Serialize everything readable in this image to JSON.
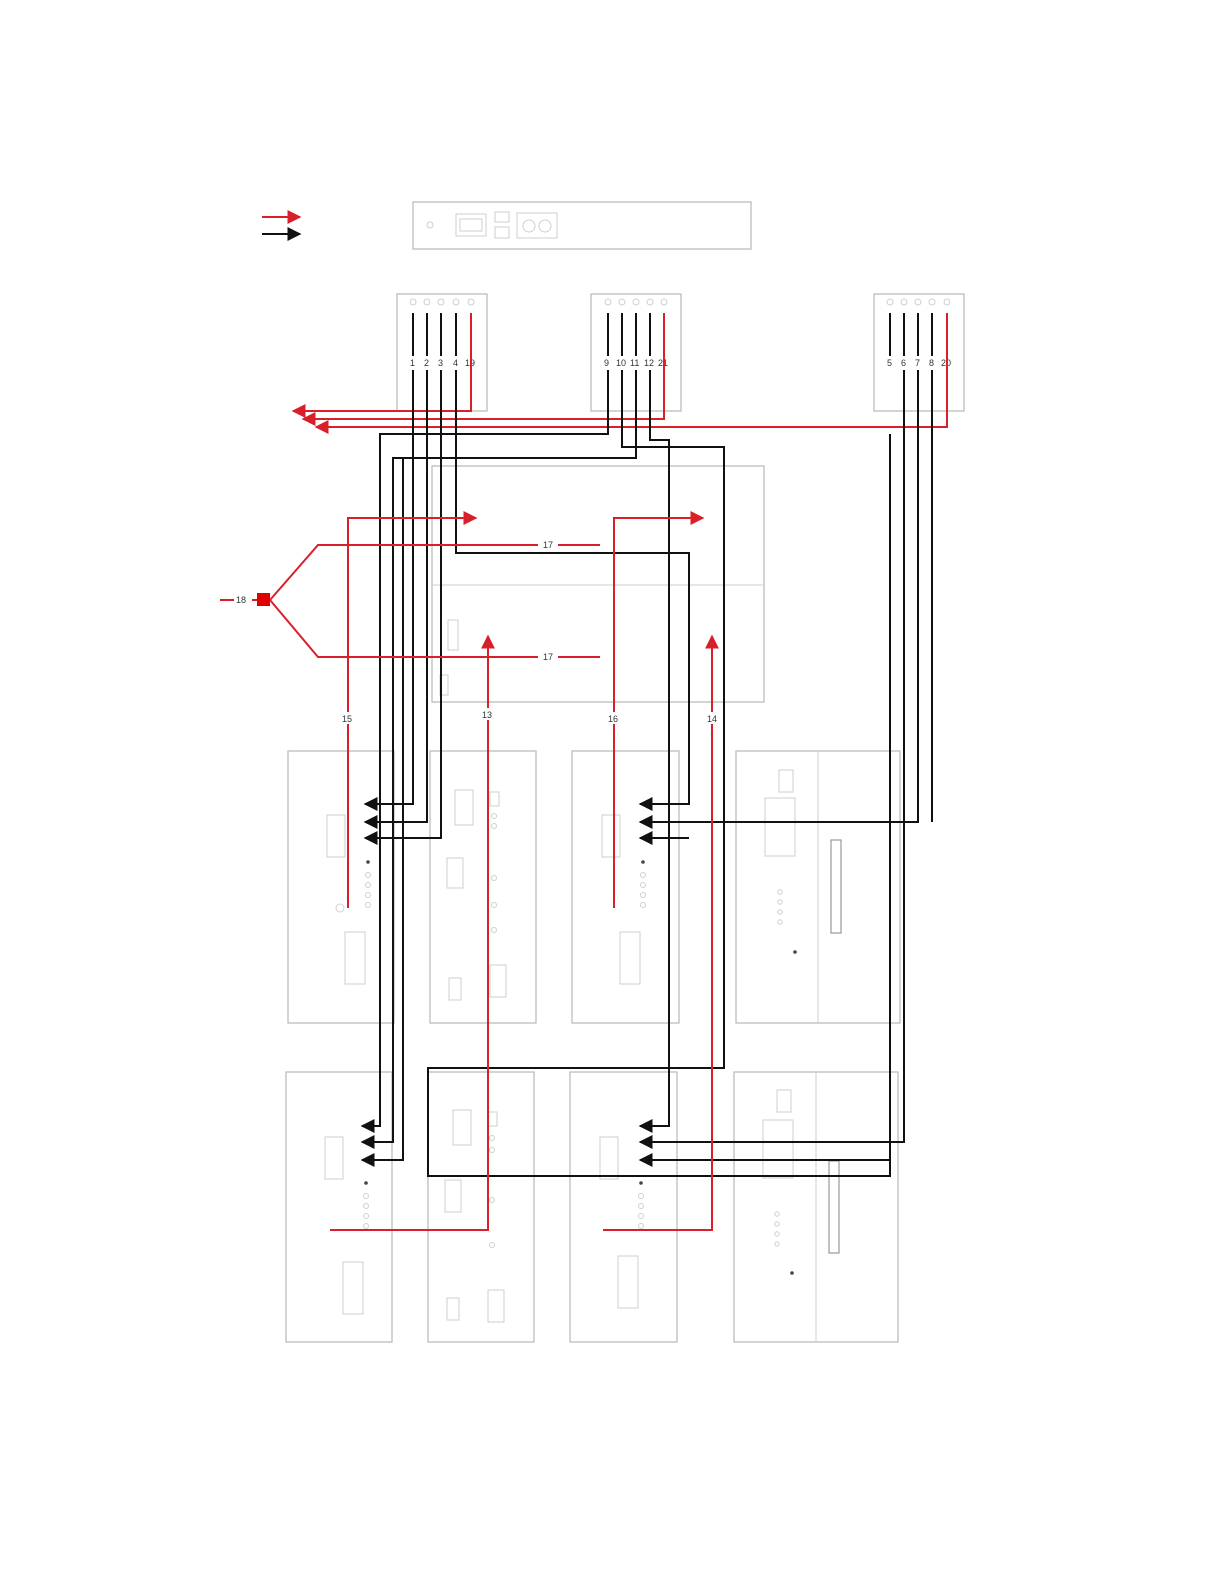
{
  "colors": {
    "power_wire": "#d9202a",
    "signal_wire": "#111111",
    "equipment_outline": "#b8b8b8",
    "splitter": "#e00000"
  },
  "legend": {
    "items": [
      {
        "wire": "power",
        "label": ""
      },
      {
        "wire": "signal",
        "label": ""
      }
    ]
  },
  "connector_blocks": [
    {
      "labels": [
        "1",
        "2",
        "3",
        "4",
        "19"
      ]
    },
    {
      "labels": [
        "9",
        "10",
        "11",
        "12",
        "21"
      ]
    },
    {
      "labels": [
        "5",
        "6",
        "7",
        "8",
        "20"
      ]
    }
  ],
  "cable_labels": {
    "c13": "13",
    "c14": "14",
    "c15": "15",
    "c16": "16",
    "c17_top": "17",
    "c17_bottom": "17",
    "c18": "18"
  },
  "icons": {
    "splitter": "splitter-block-icon",
    "top_unit": "equipment-front-panel-icon"
  }
}
